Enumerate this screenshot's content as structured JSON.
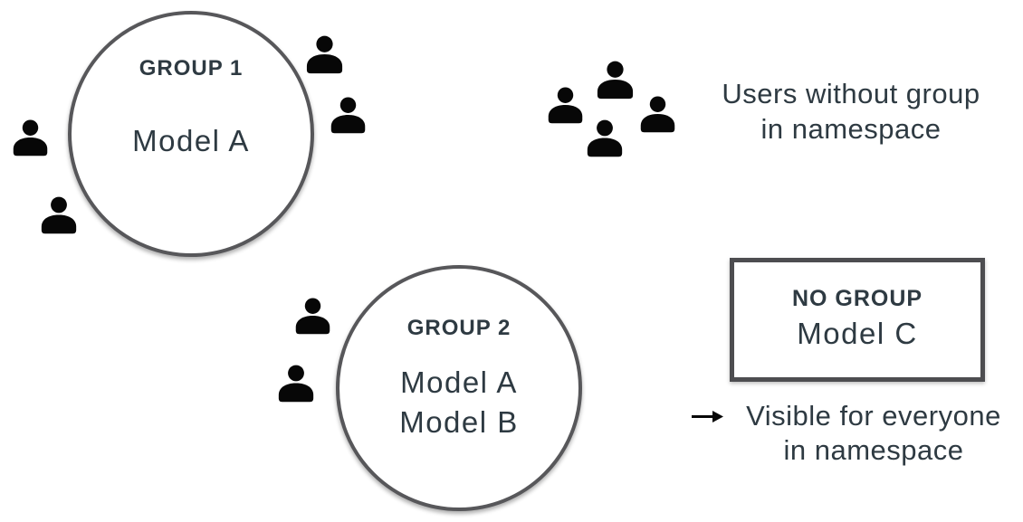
{
  "palette": {
    "background": "#ffffff",
    "text": "#2e3a42",
    "circle_border": "#57575a",
    "box_border": "#4d4d50",
    "icon_black": "#070707"
  },
  "group1": {
    "label": "GROUP 1",
    "models": [
      "Model A"
    ]
  },
  "group2": {
    "label": "GROUP 2",
    "models": [
      "Model A",
      "Model B"
    ]
  },
  "no_group_box": {
    "label": "NO GROUP",
    "models": [
      "Model C"
    ]
  },
  "users_cluster": {
    "caption": "Users without group\nin namespace"
  },
  "legend": {
    "caption": "Visible for everyone\nin namespace"
  },
  "icons": {
    "person": "person-icon",
    "arrow": "arrow-right-icon"
  }
}
